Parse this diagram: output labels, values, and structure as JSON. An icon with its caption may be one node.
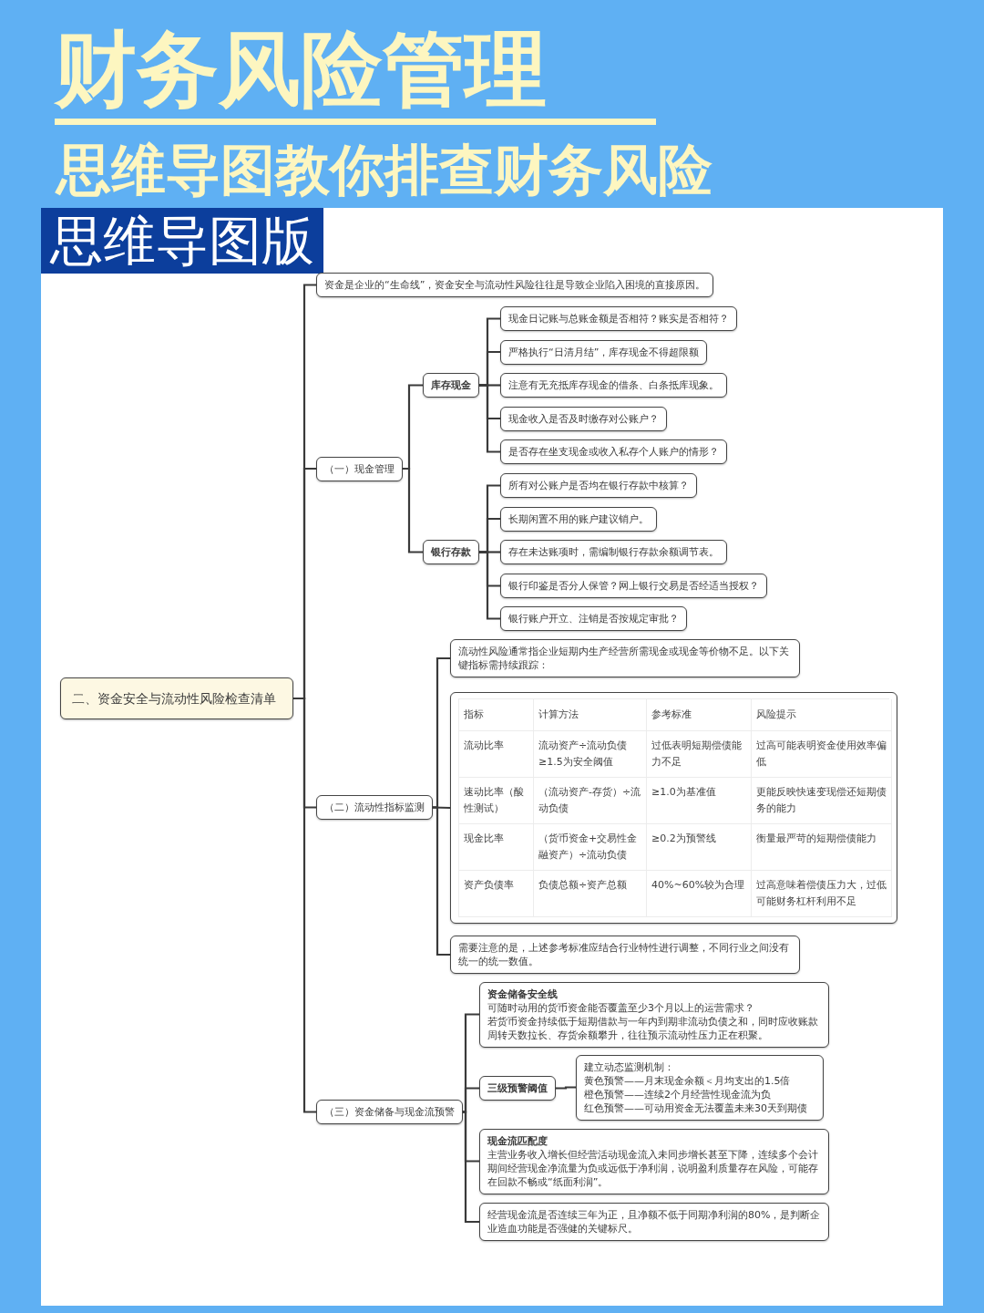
{
  "diagram": {
    "title": "财务风险管理",
    "nodes": [
      {
        "text": [
          "二、资金安全与流动性风险检查清单"
        ]
      },
      {
        "text": [
          "资金是企业的“生命线”，资金安全与流动性风险往往是导致企业陷入困境的直接原因。"
        ]
      },
      {
        "text": [
          "（一）现金管理"
        ]
      },
      {
        "text": [
          "库存现金"
        ]
      },
      {
        "text": [
          "现金日记账与总账金额是否相符？账实是否相符？"
        ]
      },
      {
        "text": [
          "严格执行“日清月结”，库存现金不得超限额"
        ]
      },
      {
        "text": [
          "注意有无充抵库存现金的借条、白条抵库现象。"
        ]
      },
      {
        "text": [
          "现金收入是否及时缴存对公账户？"
        ]
      },
      {
        "text": [
          "是否存在坐支现金或收入私存个人账户的情形？"
        ]
      },
      {
        "text": [
          "银行存款"
        ]
      },
      {
        "text": [
          "所有对公账户是否均在银行存款中核算？"
        ]
      },
      {
        "text": [
          "长期闲置不用的账户建议销户。"
        ]
      },
      {
        "text": [
          "存在未达账项时，需编制银行存款余额调节表。"
        ]
      },
      {
        "text": [
          "银行印鉴是否分人保管？网上银行交易是否经适当授权？"
        ]
      },
      {
        "text": [
          "银行账户开立、注销是否按规定审批？"
        ]
      },
      {
        "text": [
          "（二）流动性指标监测"
        ]
      },
      {
        "text": [
          "流动性风险通常指企业短期内生产经营所需现金或现金等价物不足。以下关键指标需持续跟踪："
        ]
      },
      {
        "text": [
          "指标",
          "计算方法",
          "参考标准",
          "风险提示",
          "流动比率",
          "流动资产÷流动负债 ≥1.5为安全阈值",
          "过低表明短期偿债能力不足",
          "过高可能表明资金使用效率偏低",
          "速动比率（酸性测试）",
          "（流动资产-存货）÷流动负债",
          "≥1.0为基准值",
          "更能反映快速变现偿还短期债务的能力",
          "现金比率",
          "（货币资金+交易性金融资产）÷流动负债",
          "≥0.2为预警线",
          "衡量最严苛的短期偿债能力",
          "资产负债率",
          "负债总额÷资产总额",
          "40%~60%较为合理",
          "过高意味着偿债压力大，过低可能财务杠杆利用不足"
        ]
      },
      {
        "text": [
          "需要注意的是，上述参考标准应结合行业特性进行调整，不同行业之间没有统一的统一数值。"
        ]
      },
      {
        "text": [
          "（三）资金储备与现金流预警"
        ]
      },
      {
        "text": [
          "资金储备安全线",
          "可随时动用的货币资金能否覆盖至少3个月以上的运营需求？",
          "若货币资金持续低于短期借款与一年内到期非流动负债之和，同时应收账款周转天数拉长、存货余额攀升，往往预示流动性压力正在积聚。"
        ]
      },
      {
        "text": [
          "三级预警阈值"
        ]
      },
      {
        "text": [
          "建立动态监测机制：",
          "黄色预警——月末现金余额＜月均支出的1.5倍",
          "橙色预警——连续2个月经营性现金流为负",
          "红色预警——可动用资金无法覆盖未来30天到期债"
        ]
      },
      {
        "text": [
          "现金流匹配度",
          "主营业务收入增长但经营活动现金流入未同步增长甚至下降，连续多个会计期间经营现金净流量为负或远低于净利润，说明盈利质量存在风险，可能存在回款不畅或“纸面利润”。"
        ]
      },
      {
        "text": [
          "经营现金流是否连续三年为正，且净额不低于同期净利润的80%，是判断企业造血功能是否强健的关键标尺。"
        ]
      }
    ],
    "edges": [
      {
        "from": 0,
        "to": 1,
        "arrow": "none"
      },
      {
        "from": 0,
        "to": 2,
        "arrow": "none"
      },
      {
        "from": 0,
        "to": 15,
        "arrow": "none"
      },
      {
        "from": 0,
        "to": 19,
        "arrow": "none"
      },
      {
        "from": 2,
        "to": 3,
        "arrow": "none"
      },
      {
        "from": 2,
        "to": 9,
        "arrow": "none"
      },
      {
        "from": 3,
        "to": 4,
        "arrow": "none"
      },
      {
        "from": 3,
        "to": 5,
        "arrow": "none"
      },
      {
        "from": 3,
        "to": 6,
        "arrow": "none"
      },
      {
        "from": 3,
        "to": 7,
        "arrow": "none"
      },
      {
        "from": 3,
        "to": 8,
        "arrow": "none"
      },
      {
        "from": 9,
        "to": 10,
        "arrow": "none"
      },
      {
        "from": 9,
        "to": 11,
        "arrow": "none"
      },
      {
        "from": 9,
        "to": 12,
        "arrow": "none"
      },
      {
        "from": 9,
        "to": 13,
        "arrow": "none"
      },
      {
        "from": 9,
        "to": 14,
        "arrow": "none"
      },
      {
        "from": 15,
        "to": 16,
        "arrow": "none"
      },
      {
        "from": 15,
        "to": 17,
        "arrow": "none"
      },
      {
        "from": 15,
        "to": 18,
        "arrow": "none"
      },
      {
        "from": 19,
        "to": 20,
        "arrow": "none"
      },
      {
        "from": 19,
        "to": 21,
        "arrow": "none"
      },
      {
        "from": 19,
        "to": 23,
        "arrow": "none"
      },
      {
        "from": 19,
        "to": 24,
        "arrow": "none"
      },
      {
        "from": 21,
        "to": 22,
        "arrow": "none"
      }
    ],
    "labels": [
      "思维导图教你排查财务风险",
      "思维导图版"
    ]
  }
}
